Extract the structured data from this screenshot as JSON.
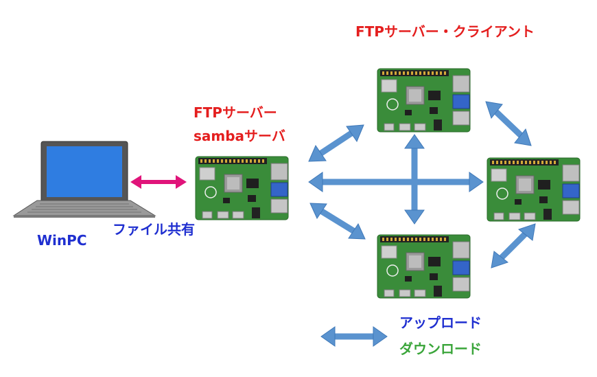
{
  "labels": {
    "ftp_client_title": "FTPサーバー・クライアント",
    "ftp_server": "FTPサーバー",
    "samba_server": "sambaサーバ",
    "winpc": "WinPC",
    "file_share": "ファイル共有",
    "upload": "アップロード",
    "download": "ダウンロード"
  },
  "colors": {
    "red": "#e41e1e",
    "blue": "#1f2fd0",
    "green": "#3aa53a",
    "arrow_blue": "#4a86c5",
    "arrow_pink": "#e0147a",
    "board_green": "#3a8c3a"
  },
  "icons": {
    "laptop": "laptop-icon",
    "board": "raspberry-pi-board-icon"
  }
}
